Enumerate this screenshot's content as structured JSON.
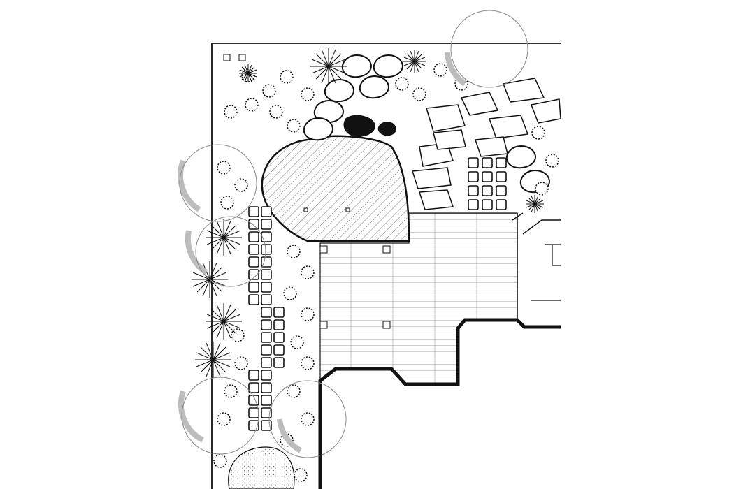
{
  "drawing": {
    "type": "landscape-site-plan",
    "style": "black-and-white-pen-drawing",
    "colors": {
      "ink": "#111111",
      "paper": "#ffffff",
      "shadow": "#bdbdbd",
      "hatch": "#777777"
    },
    "features": [
      {
        "name": "property-boundary",
        "icon": "rectangle-outline"
      },
      {
        "name": "house-outline",
        "icon": "thick-line"
      },
      {
        "name": "wood-deck",
        "icon": "plank-pattern"
      },
      {
        "name": "stone-patio",
        "icon": "diagonal-hatch"
      },
      {
        "name": "paver-paths",
        "icon": "square-grid"
      },
      {
        "name": "flagstone-path",
        "icon": "irregular-stones"
      },
      {
        "name": "boulders",
        "icon": "rock-outline"
      },
      {
        "name": "trees",
        "icon": "circle-with-shadow"
      },
      {
        "name": "palms",
        "icon": "starburst"
      },
      {
        "name": "shrubs",
        "icon": "scalloped-circle"
      },
      {
        "name": "gravel-area",
        "icon": "stipple"
      }
    ],
    "counts": {
      "trees": 5,
      "palms": 8,
      "paver_grids": 3
    }
  }
}
